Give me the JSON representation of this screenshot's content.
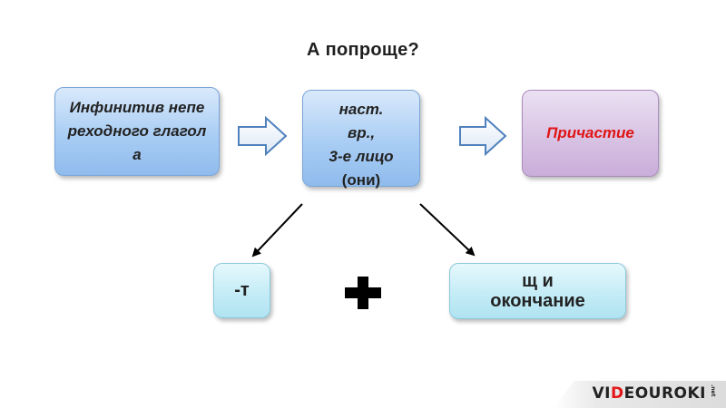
{
  "title": "А попроще?",
  "boxes": {
    "infinitive": "Инфинитив непереходного глагола",
    "present_line1": "наст.",
    "present_line2": "вр.,",
    "present_line3": "3-е лицо",
    "present_line4": "(они)",
    "participle": "Причастие",
    "suffix_t": "-т",
    "ending_line1": "щ и",
    "ending_line2": "окончание"
  },
  "operator": "plus",
  "logo": {
    "part1": "VI",
    "part_red": "D",
    "part2": "EOUROKI",
    "suffix": ".net"
  },
  "colors": {
    "participle_text": "#e01414",
    "logo_accent": "#e3171b",
    "arrow_outline": "#4f81bd"
  }
}
